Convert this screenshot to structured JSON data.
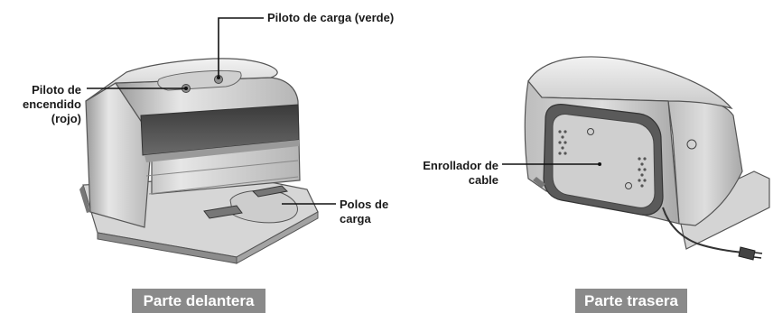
{
  "front_view": {
    "callouts": {
      "charge_light": "Piloto de carga (verde)",
      "power_light": [
        "Piloto de",
        "encendido",
        "(rojo)"
      ],
      "charge_poles": [
        "Polos de",
        "carga"
      ]
    },
    "caption": "Parte delantera"
  },
  "rear_view": {
    "callouts": {
      "cable_reel": [
        "Enrollador de",
        "cable"
      ]
    },
    "caption": "Parte trasera"
  }
}
